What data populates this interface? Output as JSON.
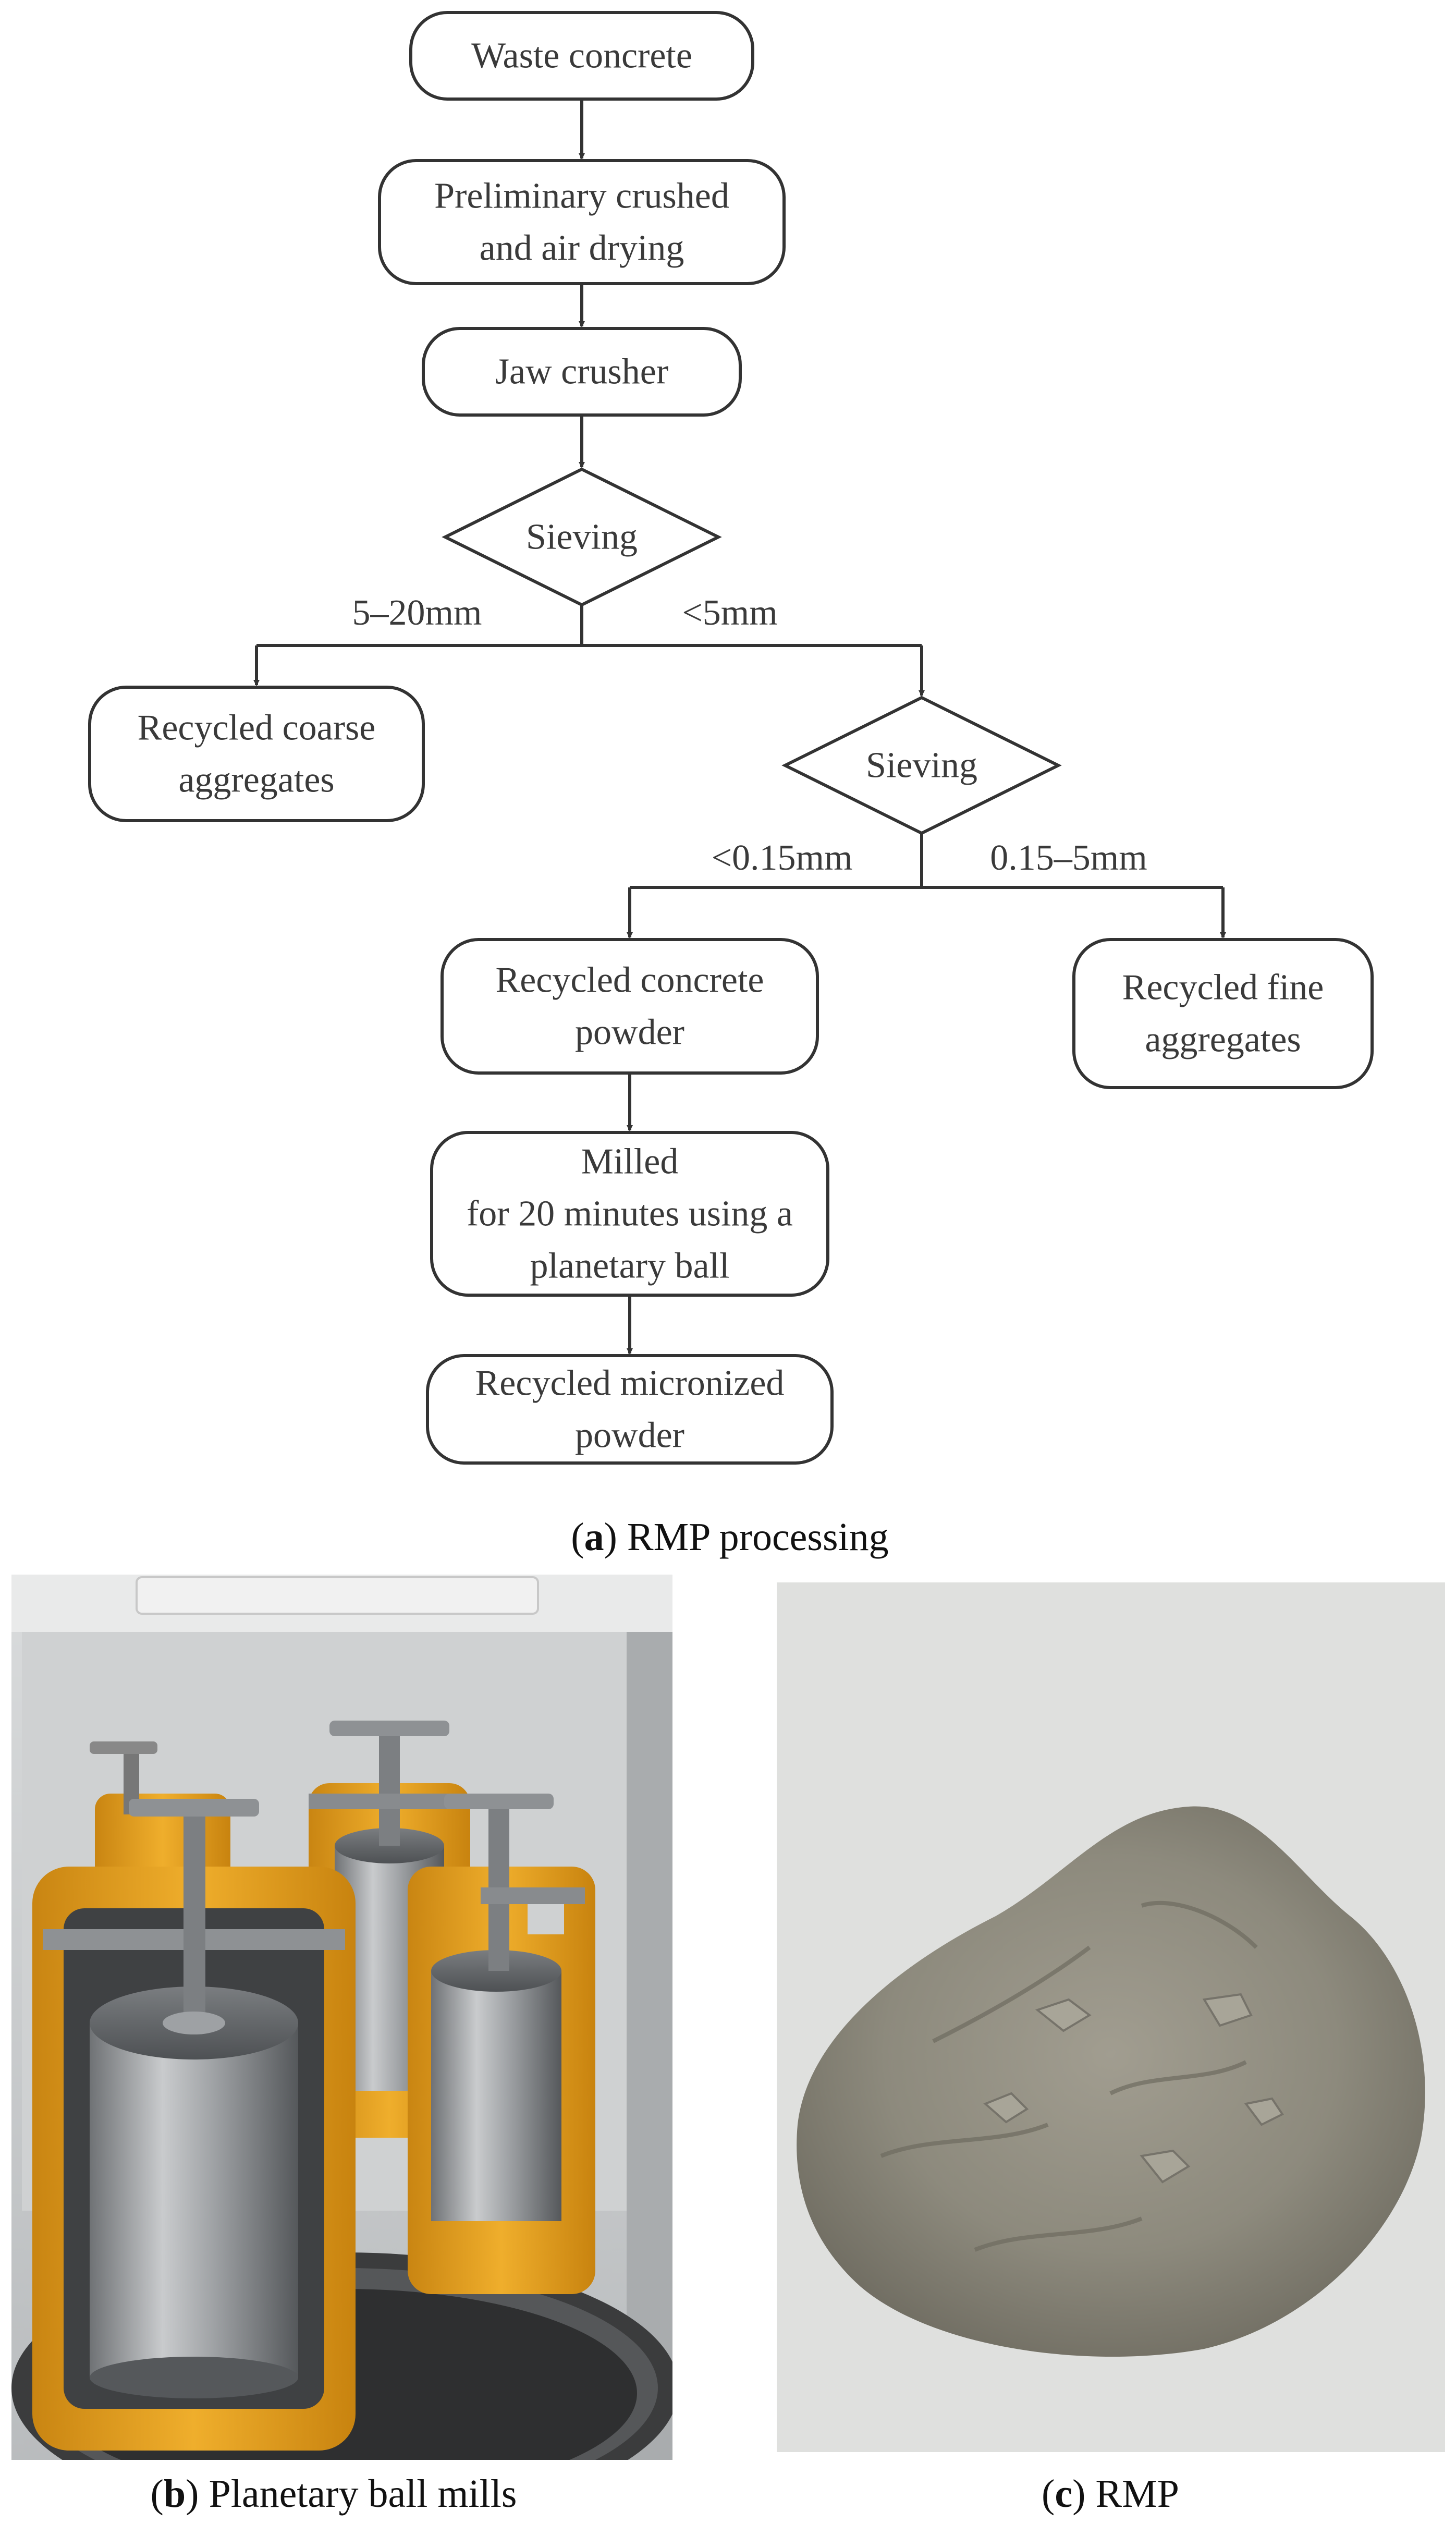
{
  "flowchart": {
    "nodes": [
      {
        "id": "waste",
        "shape": "rounded",
        "lines": [
          "Waste concrete"
        ]
      },
      {
        "id": "prelim",
        "shape": "rounded",
        "lines": [
          "Preliminary crushed",
          "and air drying"
        ]
      },
      {
        "id": "jaw",
        "shape": "rounded",
        "lines": [
          "Jaw crusher"
        ]
      },
      {
        "id": "sieve1",
        "shape": "diamond",
        "lines": [
          "Sieving"
        ]
      },
      {
        "id": "coarse",
        "shape": "rounded",
        "lines": [
          "Recycled coarse",
          "aggregates"
        ]
      },
      {
        "id": "sieve2",
        "shape": "diamond",
        "lines": [
          "Sieving"
        ]
      },
      {
        "id": "powder",
        "shape": "rounded",
        "lines": [
          "Recycled concrete",
          "powder"
        ]
      },
      {
        "id": "fine",
        "shape": "rounded",
        "lines": [
          "Recycled fine",
          "aggregates"
        ]
      },
      {
        "id": "milled",
        "shape": "rounded",
        "lines": [
          "Milled",
          "for 20 minutes using a",
          "planetary ball"
        ]
      },
      {
        "id": "micro",
        "shape": "rounded",
        "lines": [
          "Recycled micronized",
          "powder"
        ]
      }
    ],
    "branch_labels": {
      "coarse_size": "5–20mm",
      "lt5": "<5mm",
      "lt015": "<0.15mm",
      "fine_size": "0.15–5mm"
    }
  },
  "captions": {
    "a": {
      "letter": "a",
      "text": ") RMP processing"
    },
    "b": {
      "letter": "b",
      "text": ") Planetary ball mills"
    },
    "c": {
      "letter": "c",
      "text": ") RMP"
    }
  },
  "colors": {
    "line": "#333333",
    "text": "#3a3a3a",
    "mill_yellow": "#e8a21e",
    "powder": "#8d8a7d",
    "paper_bg": "#dfe0de"
  }
}
